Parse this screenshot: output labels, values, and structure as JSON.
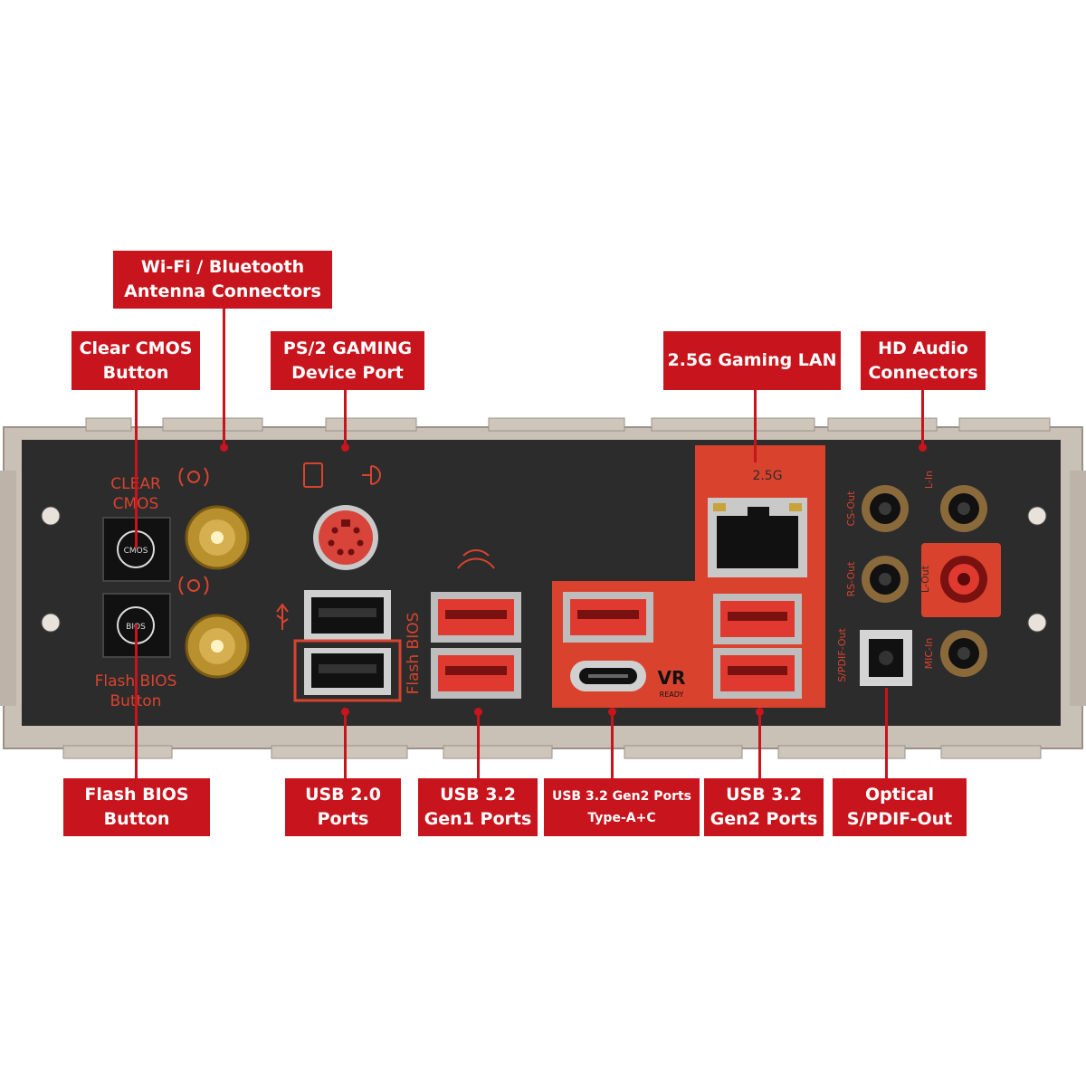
{
  "callouts": {
    "wifi": [
      "Wi-Fi / Bluetooth",
      "Antenna Connectors"
    ],
    "clear_cmos": [
      "Clear CMOS",
      "Button"
    ],
    "ps2": [
      "PS/2 GAMING",
      "Device Port"
    ],
    "lan": [
      "2.5G Gaming LAN"
    ],
    "hd_audio": [
      "HD Audio",
      "Connectors"
    ],
    "flash_bios": [
      "Flash BIOS",
      "Button"
    ],
    "usb20": [
      "USB 2.0",
      "Ports"
    ],
    "usb32g1": [
      "USB 3.2",
      "Gen1 Ports"
    ],
    "usb32g2c": [
      "USB 3.2 Gen2 Ports",
      "Type-A+C"
    ],
    "usb32g2": [
      "USB 3.2",
      "Gen2 Ports"
    ],
    "optical": [
      "Optical",
      "S/PDIF-Out"
    ]
  },
  "silkscreen": {
    "clear_cmos": [
      "CLEAR",
      "CMOS"
    ],
    "flash_bios": [
      "Flash BIOS",
      "Button"
    ],
    "flash_bios_vertical": "Flash BIOS",
    "cmos_btn": "CMOS",
    "bios_btn": "BIOS",
    "lan_speed": "2.5G",
    "vr": "VR",
    "vr_sub": "READY",
    "spdif": "S/PDIF-Out",
    "audio_labels": [
      "CS-Out",
      "RS-Out",
      "L-In",
      "MIC-In",
      "L-Out"
    ]
  },
  "colors": {
    "callout_red": "#c8141c",
    "panel": "#2c2c2c",
    "accent_red": "#d9432e",
    "frame": "#b7aea4"
  }
}
